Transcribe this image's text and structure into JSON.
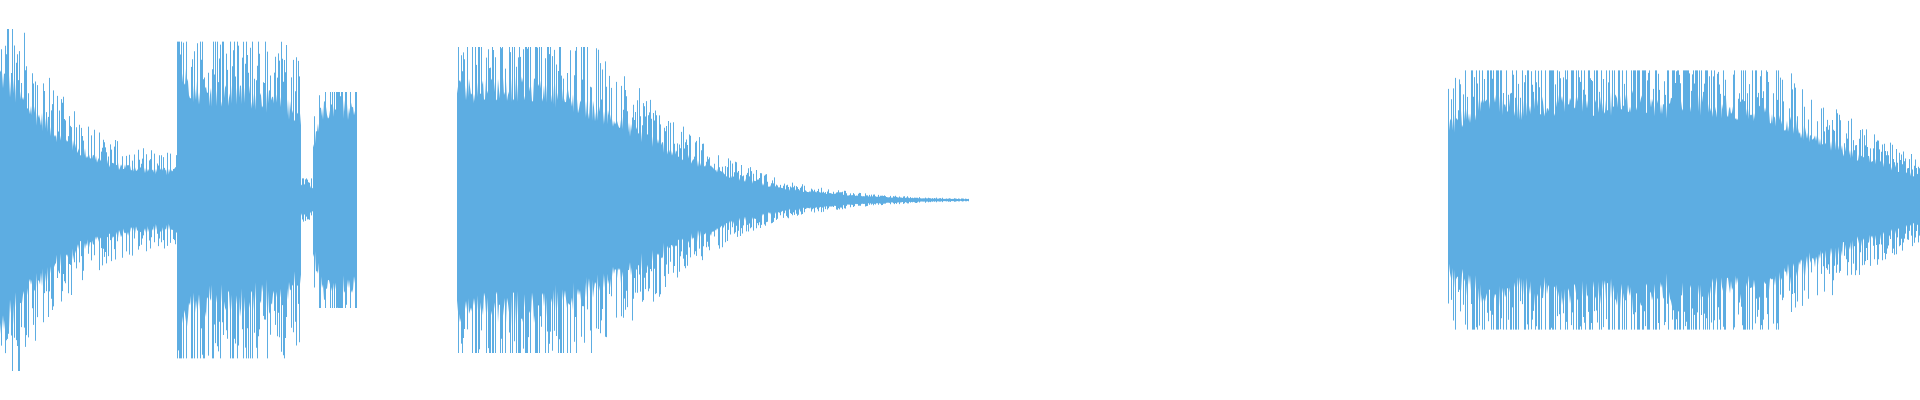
{
  "waveform": {
    "color": "#5dade2",
    "background": "#ffffff",
    "amplitude_scale": 1.0,
    "segments": [
      {
        "name": "segment-1",
        "start": 0.0,
        "end": 0.092,
        "env": [
          0.78,
          0.62,
          0.48,
          0.36,
          0.28,
          0.22,
          0.2,
          0.18,
          0.17
        ],
        "peaks": 0.95
      },
      {
        "name": "segment-2",
        "start": 0.092,
        "end": 0.157,
        "env": [
          0.82,
          0.68,
          0.66,
          0.64,
          0.65,
          0.62,
          0.58,
          0.52
        ],
        "peaks": 0.88
      },
      {
        "name": "segment-3",
        "start": 0.157,
        "end": 0.163,
        "env": [
          0.1,
          0.08
        ],
        "peaks": 0.12
      },
      {
        "name": "segment-4",
        "start": 0.163,
        "end": 0.186,
        "env": [
          0.35,
          0.55,
          0.58,
          0.56,
          0.52
        ],
        "peaks": 0.6
      },
      {
        "name": "segment-5",
        "start": 0.238,
        "end": 0.504,
        "env": [
          0.68,
          0.7,
          0.67,
          0.55,
          0.4,
          0.25,
          0.14,
          0.07,
          0.04,
          0.02,
          0.01,
          0.005
        ],
        "peaks": 0.85
      },
      {
        "name": "segment-6",
        "start": 0.754,
        "end": 1.0,
        "env": [
          0.45,
          0.6,
          0.56,
          0.6,
          0.58,
          0.62,
          0.57,
          0.6,
          0.55,
          0.52,
          0.4,
          0.3,
          0.22,
          0.15
        ],
        "peaks": 0.72
      }
    ]
  }
}
